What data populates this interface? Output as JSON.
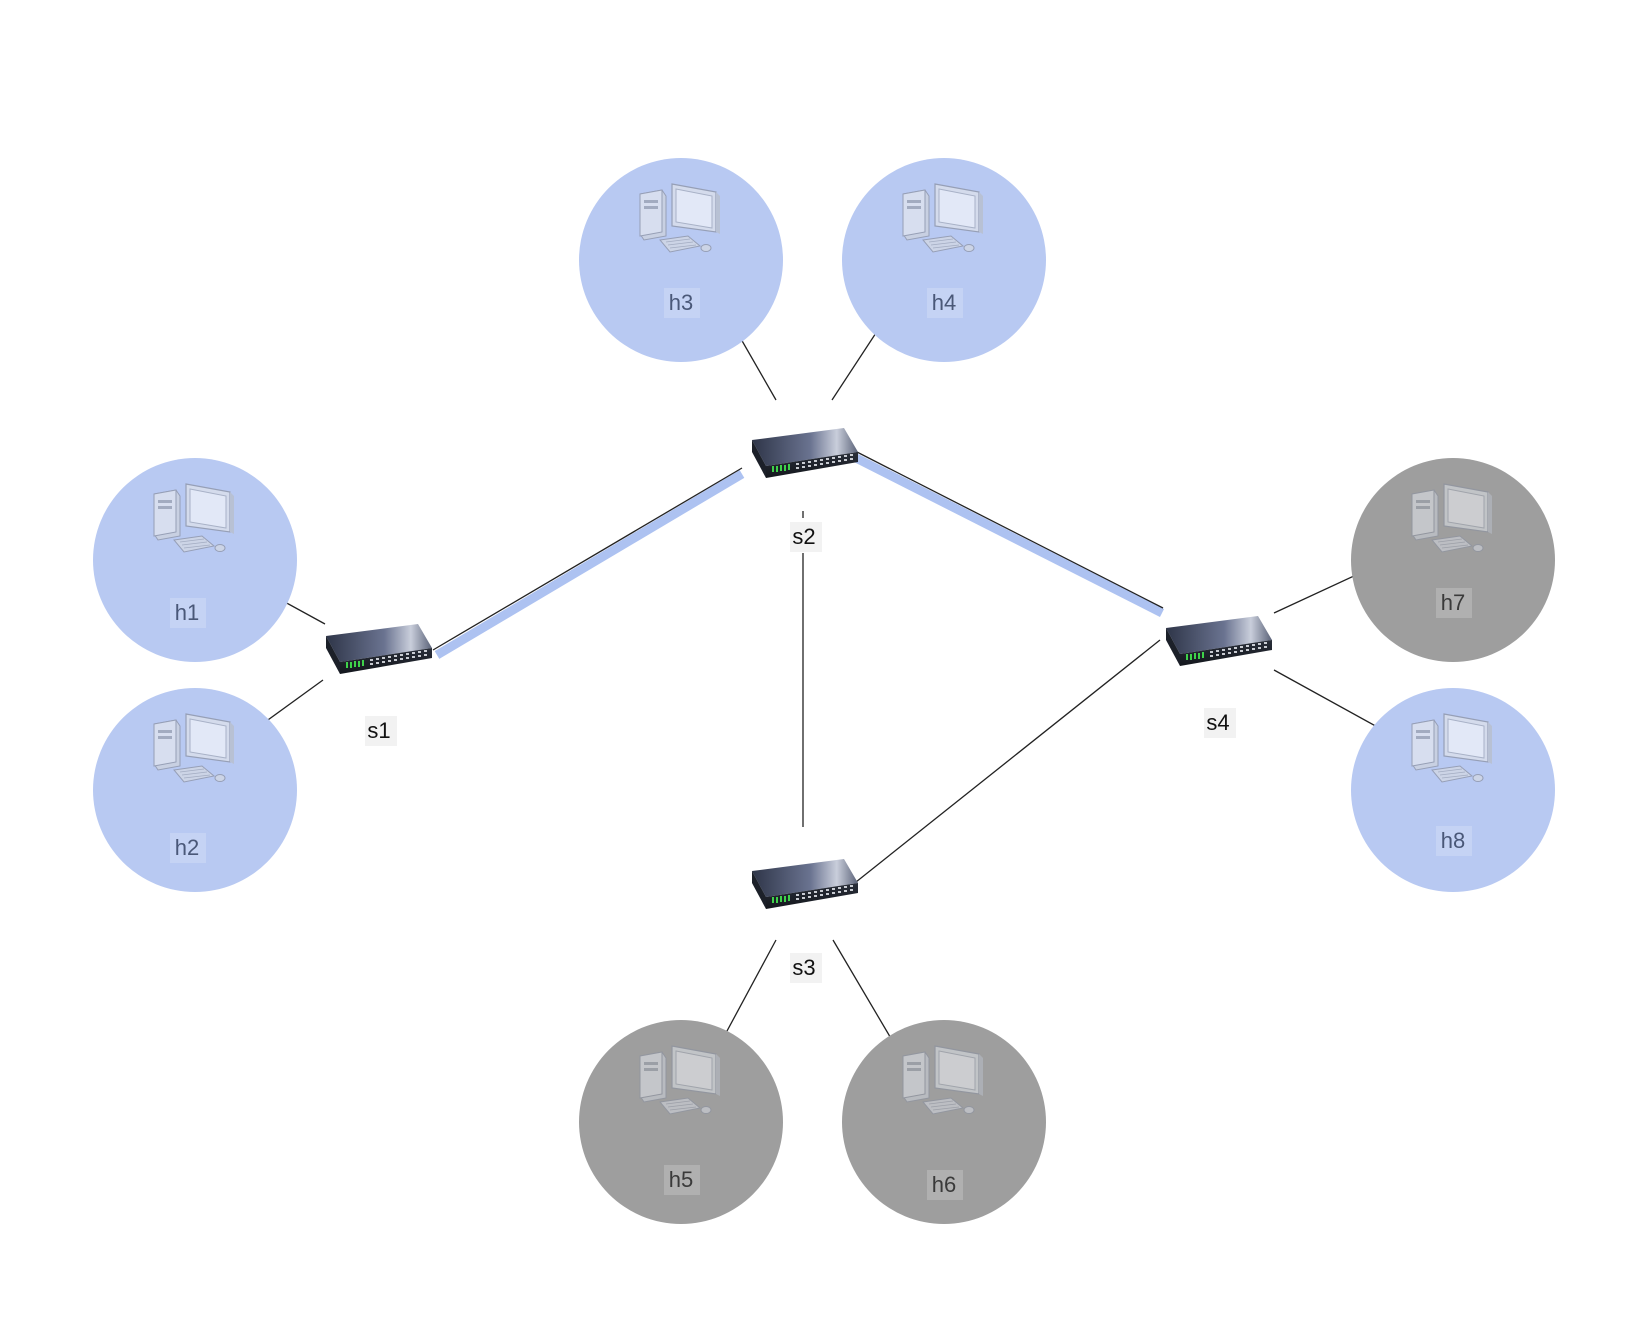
{
  "colors": {
    "active_host": "#b8c9f2",
    "inactive_host": "#9e9e9e",
    "highlight_path": "#a9bff0",
    "link": "#222222",
    "switch_body": "#3b4457"
  },
  "switches": [
    {
      "id": "s1",
      "label": "s1",
      "icon": "network-switch-icon"
    },
    {
      "id": "s2",
      "label": "s2",
      "icon": "network-switch-icon"
    },
    {
      "id": "s3",
      "label": "s3",
      "icon": "network-switch-icon"
    },
    {
      "id": "s4",
      "label": "s4",
      "icon": "network-switch-icon"
    }
  ],
  "hosts": [
    {
      "id": "h1",
      "label": "h1",
      "status": "active",
      "icon": "desktop-computer-icon",
      "switch": "s1"
    },
    {
      "id": "h2",
      "label": "h2",
      "status": "active",
      "icon": "desktop-computer-icon",
      "switch": "s1"
    },
    {
      "id": "h3",
      "label": "h3",
      "status": "active",
      "icon": "desktop-computer-icon",
      "switch": "s2"
    },
    {
      "id": "h4",
      "label": "h4",
      "status": "active",
      "icon": "desktop-computer-icon",
      "switch": "s2"
    },
    {
      "id": "h5",
      "label": "h5",
      "status": "inactive",
      "icon": "desktop-computer-icon",
      "switch": "s3"
    },
    {
      "id": "h6",
      "label": "h6",
      "status": "inactive",
      "icon": "desktop-computer-icon",
      "switch": "s3"
    },
    {
      "id": "h7",
      "label": "h7",
      "status": "inactive",
      "icon": "desktop-computer-icon",
      "switch": "s4"
    },
    {
      "id": "h8",
      "label": "h8",
      "status": "active",
      "icon": "desktop-computer-icon",
      "switch": "s4"
    }
  ],
  "links": [
    {
      "from": "s1",
      "to": "s2",
      "highlighted": true
    },
    {
      "from": "s2",
      "to": "s4",
      "highlighted": true
    },
    {
      "from": "s2",
      "to": "s3",
      "highlighted": false
    },
    {
      "from": "s3",
      "to": "s4",
      "highlighted": false
    }
  ]
}
